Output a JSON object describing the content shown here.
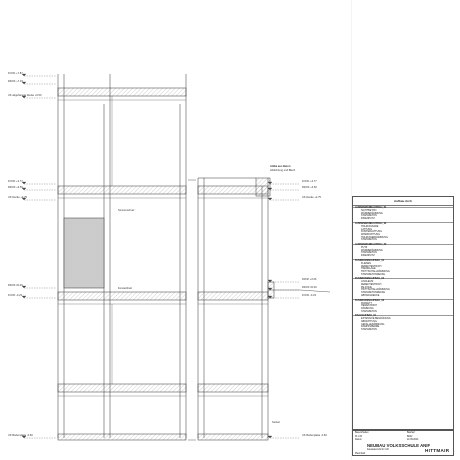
{
  "sheet": {
    "legend_header": "Aufbau Arch",
    "legend_sections": [
      {
        "title": "AUSSENWANDAUFBAU_01",
        "rows": [
          "SICHTBETON",
          "WÄRMEDÄMMUNG",
          "STAHLBETON",
          "INNENPUTZ"
        ]
      },
      {
        "title": "AUSSENWANDAUFBAU_02",
        "rows": [
          "HOLZFASSADE",
          "LATTUNG",
          "KONTERLATTUNG",
          "WINDDICHTUNG",
          "HOLZFASERDÄMMUNG",
          "STAHLBETON"
        ]
      },
      {
        "title": "AUSSENWANDAUFBAU_03",
        "rows": [
          "PUTZ",
          "WÄRMEDÄMMUNG",
          "STAHLBETON",
          "INNENPUTZ"
        ]
      },
      {
        "title": "FUSSBODENAUFBAU_01",
        "rows": [
          "FLIESEN",
          "ZEMENTESTRICH",
          "TRENNLAGE",
          "TRITTSCHALLDÄMMUNG",
          "STAHLBETONDECKE"
        ]
      },
      {
        "title": "FUSSBODENAUFBAU_02",
        "rows": [
          "LINOLEUM",
          "ZEMENTESTRICH",
          "PE-FOLIE",
          "TRITTSCHALLDÄMMUNG",
          "STAHLBETONDECKE",
          "ABHANGDECKE"
        ]
      },
      {
        "title": "FUSSBODENAUFBAU_03",
        "rows": [
          "PARKETT",
          "HEIZESTRICH",
          "DÄMMUNG",
          "STAHLBETON"
        ]
      },
      {
        "title": "DACHAUFBAU_01",
        "rows": [
          "EXTENSIVE BEGRÜNUNG",
          "ABDICHTUNG",
          "GEFÄLLEDÄMMUNG",
          "DAMPFSPERRE",
          "STAHLBETON"
        ]
      }
    ],
    "title_block": {
      "row1_left": "Bauvorhaben",
      "row1_right": "Bauherr",
      "scale_label": "M 1:20",
      "plan_no": "B002",
      "date_label": "Datum",
      "date": "22.09.2021",
      "content_label": "Planinhalt",
      "project": "NEUBAU VOLKSSCHULE ANIF",
      "plan_name": "Fassadenschnitt 1:20",
      "logo": "HITTMAIR"
    },
    "levels_left": [
      {
        "label": "FOOK +7.87"
      },
      {
        "label": "RDOK +7.33"
      },
      {
        "label": "UK abgehängte Decke +6.50"
      },
      {
        "label": "FOOK +3.77"
      },
      {
        "label": "RDOK +3.50"
      },
      {
        "label": "UK Decke +2.75"
      },
      {
        "label": "RDOK ±0.00"
      },
      {
        "label": "FOOK -0.23"
      },
      {
        "label": "UK Bodenplatte -0.60"
      }
    ],
    "levels_right": [
      {
        "label": "FOOK +3.77"
      },
      {
        "label": "RDOK +3.50"
      },
      {
        "label": "UK Decke +2.75"
      },
      {
        "label": "FROK +0.06"
      },
      {
        "label": "RDOK ±0.00"
      },
      {
        "label": "FOOK -0.23"
      },
      {
        "label": "UK Bodenplatte -0.60"
      }
    ],
    "callouts": [
      "Attika aus Beton",
      "Abdichtung und Blech",
      "Sonnenschutz",
      "Fensterbrett",
      "Sockel"
    ]
  }
}
